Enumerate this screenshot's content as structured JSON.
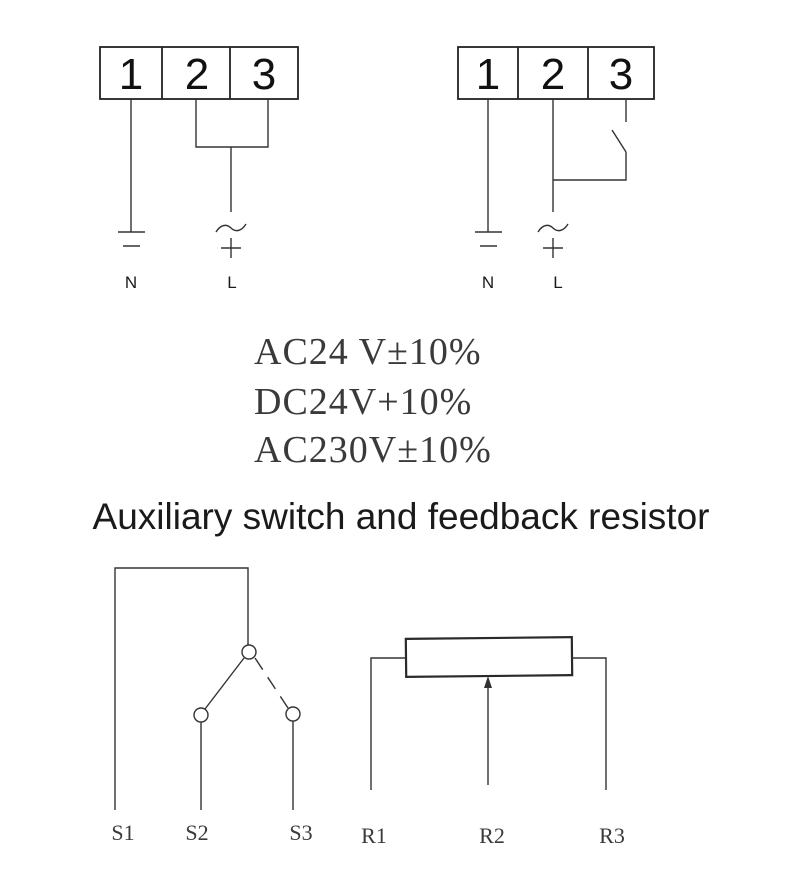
{
  "terminal_block_left": {
    "labels": [
      "1",
      "2",
      "3"
    ]
  },
  "terminal_block_right": {
    "labels": [
      "1",
      "2",
      "3"
    ]
  },
  "left_legend": {
    "neutral": "N",
    "live": "L"
  },
  "right_legend": {
    "neutral": "N",
    "live": "L"
  },
  "voltage_ratings": [
    "AC24 V±10%",
    "DC24V+10%",
    "AC230V±10%"
  ],
  "section_title": "Auxiliary switch and feedback resistor",
  "switch_labels": [
    "S1",
    "S2",
    "S3"
  ],
  "resistor_labels": [
    "R1",
    "R2",
    "R3"
  ]
}
